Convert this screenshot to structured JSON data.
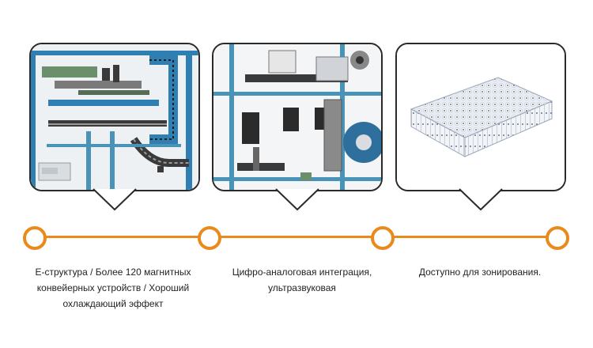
{
  "colors": {
    "accent": "#e88a1c",
    "frame": "#2a2a2a",
    "blueprint_blue": "#2f7fb3",
    "machine_teal": "#4a93b8"
  },
  "cards": [
    {
      "image": "conveyor-cad-drawing"
    },
    {
      "image": "machine-cad-drawing"
    },
    {
      "image": "pocket-spring-unit"
    }
  ],
  "timeline": {
    "nodes": 4
  },
  "captions": [
    {
      "text": "E-структура / Более 120 магнитных конвейерных устройств / Хороший охлаждающий эффект"
    },
    {
      "text": "Цифро-аналоговая интеграция, ультразвуковая"
    },
    {
      "text": "Доступно для зонирования."
    }
  ]
}
